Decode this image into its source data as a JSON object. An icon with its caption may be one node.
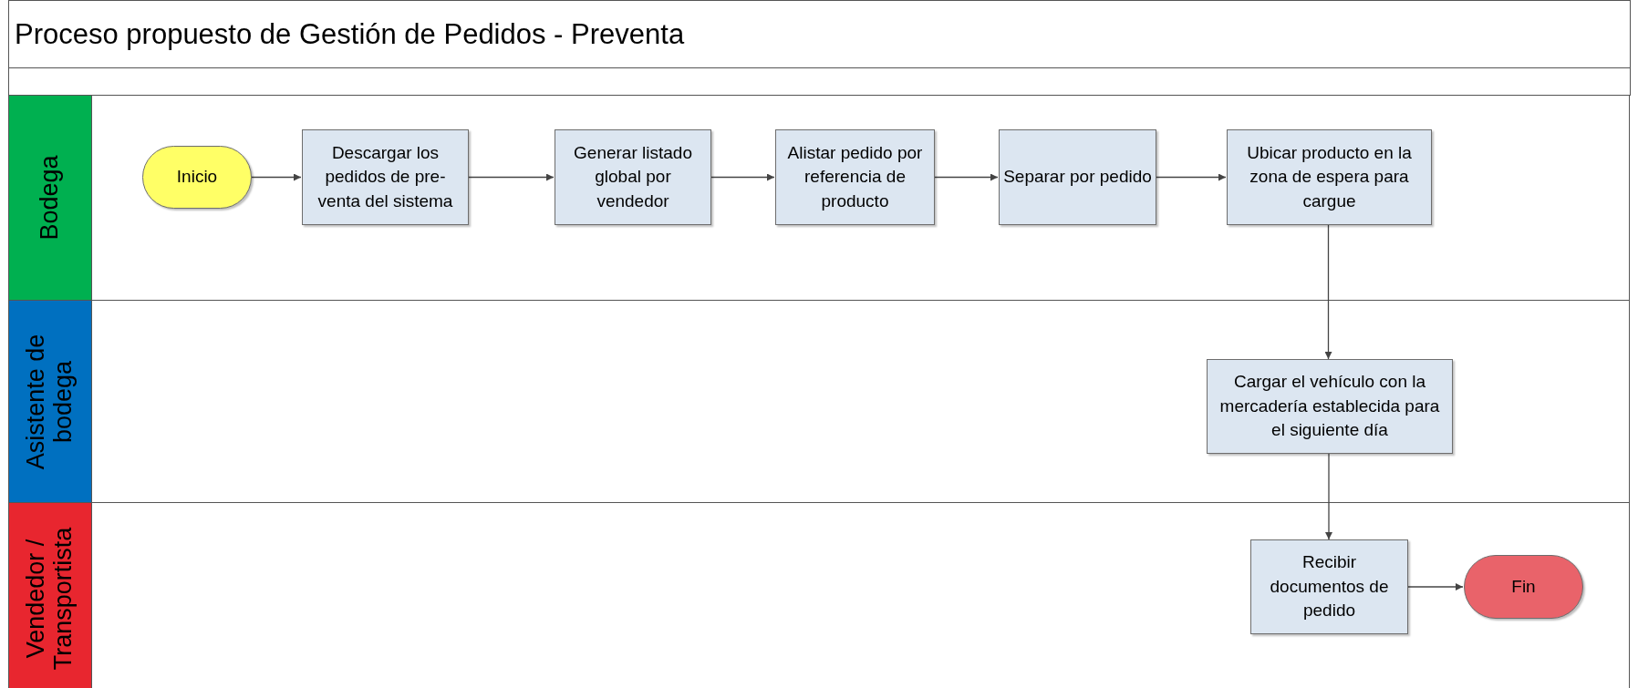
{
  "diagram": {
    "title": "Proceso propuesto de Gestión de Pedidos - Preventa",
    "nodes": [
      {
        "text": [
          "Bodega"
        ]
      },
      {
        "text": [
          "Inicio"
        ],
        "in": 0
      },
      {
        "text": [
          "Descargar los pedidos de pre-venta del sistema"
        ],
        "in": 0
      },
      {
        "text": [
          "Generar listado global por vendedor"
        ],
        "in": 0
      },
      {
        "text": [
          "Alistar pedido por referencia de producto"
        ],
        "in": 0
      },
      {
        "text": [
          "Separar por pedido"
        ],
        "in": 0
      },
      {
        "text": [
          "Ubicar producto en la zona de espera para cargue"
        ],
        "in": 0
      },
      {
        "text": [
          "Asistente de bodega"
        ]
      },
      {
        "text": [
          "Cargar el vehículo con la mercadería establecida para el siguiente día"
        ],
        "in": 7
      },
      {
        "text": [
          "Vendedor / Transportista"
        ]
      },
      {
        "text": [
          "Recibir documentos de pedido"
        ],
        "in": 9
      },
      {
        "text": [
          "Fin"
        ],
        "in": 9
      }
    ],
    "edges": [
      {
        "from": 1,
        "to": 2,
        "arrow": "to"
      },
      {
        "from": 2,
        "to": 3,
        "arrow": "to"
      },
      {
        "from": 3,
        "to": 4,
        "arrow": "to"
      },
      {
        "from": 4,
        "to": 5,
        "arrow": "to"
      },
      {
        "from": 5,
        "to": 6,
        "arrow": "to"
      },
      {
        "from": 6,
        "to": 8,
        "arrow": "to"
      },
      {
        "from": 8,
        "to": 10,
        "arrow": "to"
      },
      {
        "from": 10,
        "to": 11,
        "arrow": "to"
      }
    ]
  }
}
